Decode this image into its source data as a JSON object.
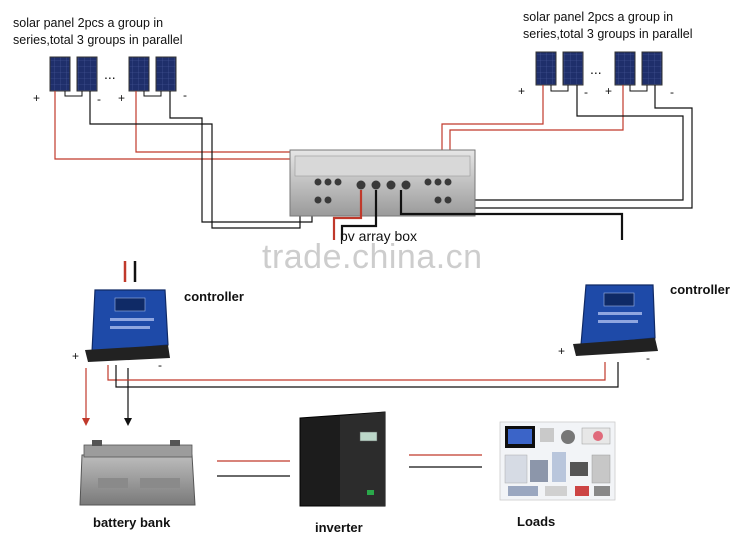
{
  "left_array": {
    "caption_line1": "solar panel 2pcs a group in",
    "caption_line2": "series,total 3 groups in parallel",
    "ellipsis": "...",
    "signs": [
      "+",
      "-",
      "+",
      "-"
    ]
  },
  "right_array": {
    "caption_line1": "solar panel 2pcs a group in",
    "caption_line2": "series,total 3 groups in parallel",
    "ellipsis": "...",
    "signs": [
      "+",
      "-",
      "+",
      "-"
    ]
  },
  "pv_box": {
    "label": "pv array box"
  },
  "left_controller": {
    "label": "controller",
    "plus": "+",
    "minus": "-"
  },
  "right_controller": {
    "label": "controller",
    "plus": "+",
    "minus": "-"
  },
  "battery": {
    "label": "battery bank"
  },
  "inverter": {
    "label": "inverter"
  },
  "loads": {
    "label": "Loads"
  },
  "watermark": "trade.china.cn",
  "colors": {
    "positive_wire": "#c0392b",
    "negative_wire": "#111111",
    "panel": "#1f2f6b",
    "controller": "#1e4aa8"
  }
}
